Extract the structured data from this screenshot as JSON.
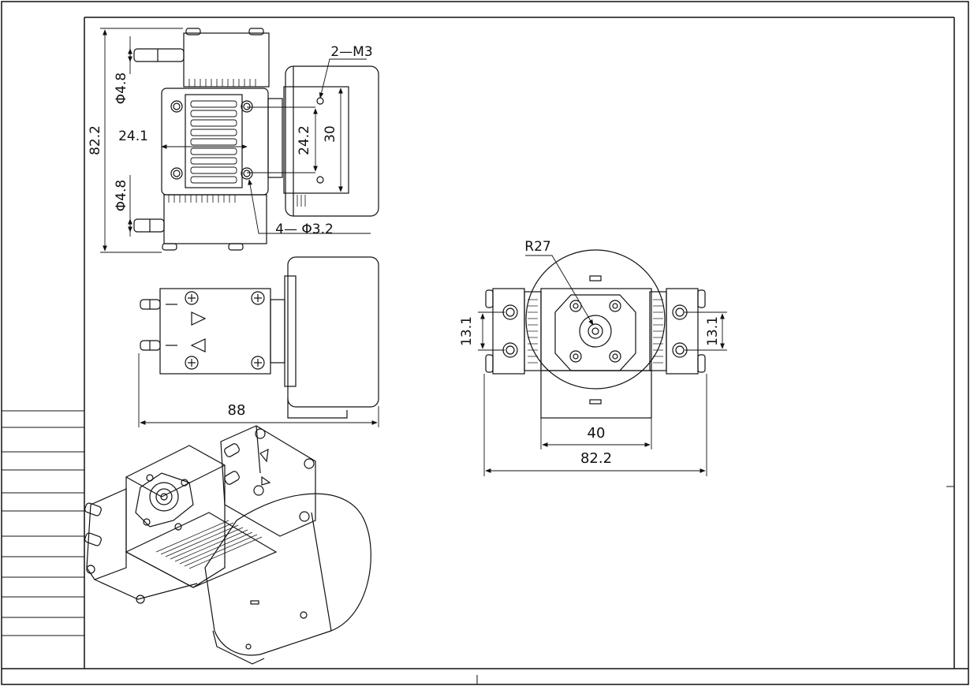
{
  "drawing": {
    "dimensions": {
      "front_height": "82.2",
      "port_dia_top": "Φ4.8",
      "port_dia_bottom": "Φ4.8",
      "hole_width": "24.1",
      "thread_callout": "2—M3",
      "side_inner": "24.2",
      "side_outer": "30",
      "hole_callout": "4— Φ3.2",
      "top_length": "88",
      "radius": "R27",
      "port_spacing_left": "13.1",
      "port_spacing_right": "13.1",
      "bracket_width": "40",
      "overall_width": "82.2"
    }
  },
  "colors": {
    "line": "#111111",
    "paper": "#ffffff"
  }
}
